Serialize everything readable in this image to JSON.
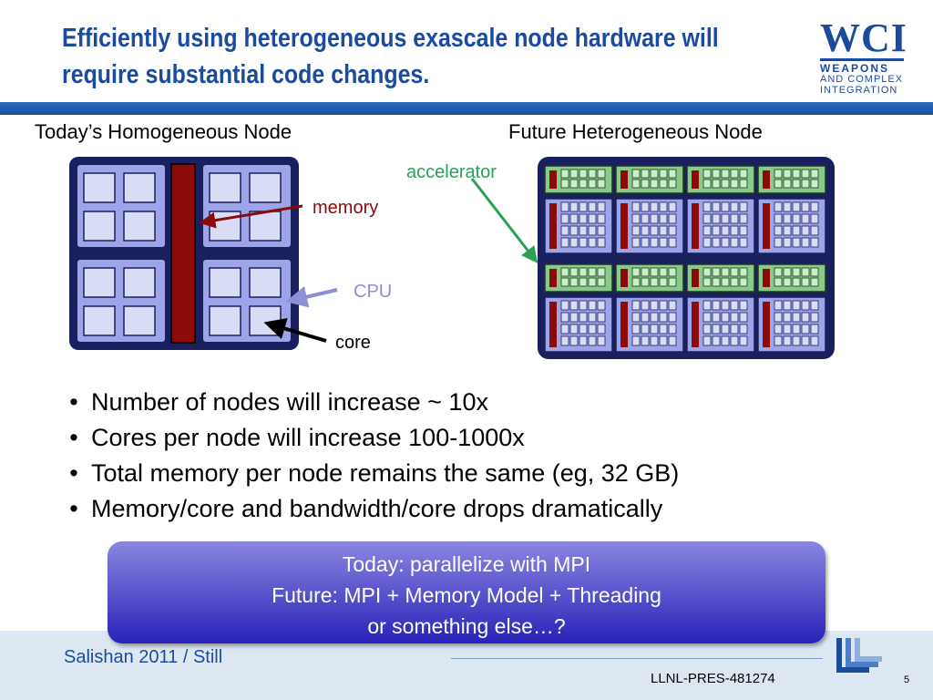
{
  "title": {
    "line1": "Efficiently using heterogeneous exascale node hardware will",
    "line2": "require substantial code changes."
  },
  "logo": {
    "wci": "WCI",
    "line1": "WEAPONS",
    "line2": "AND COMPLEX",
    "line3": "INTEGRATION"
  },
  "diagram": {
    "homogeneous_caption": "Today’s Homogeneous Node",
    "heterogeneous_caption": "Future Heterogeneous Node",
    "labels": {
      "memory": "memory",
      "cpu": "CPU",
      "core": "core",
      "accelerator": "accelerator"
    },
    "colors": {
      "node_border": "#1a1f5e",
      "cpu_fill": "#9ea4e8",
      "core_fill": "#d8dcf4",
      "memory_fill": "#8b0a0a",
      "accelerator_fill": "#8bc88b",
      "memory_label": "#8b0a0a",
      "cpu_label": "#8f8fd8",
      "accelerator_label": "#2aa055"
    }
  },
  "bullets": [
    "Number of nodes will increase ~ 10x",
    "Cores per node will increase 100-1000x",
    "Total memory per node remains the same (eg, 32 GB)",
    "Memory/core and bandwidth/core drops dramatically"
  ],
  "callout": {
    "line1": "Today: parallelize with MPI",
    "line2": "Future: MPI + Memory Model + Threading",
    "line3": "or something else…?"
  },
  "footer": {
    "left": "Salishan 2011 / Still",
    "code": "LLNL-PRES-481274",
    "page": "5"
  }
}
